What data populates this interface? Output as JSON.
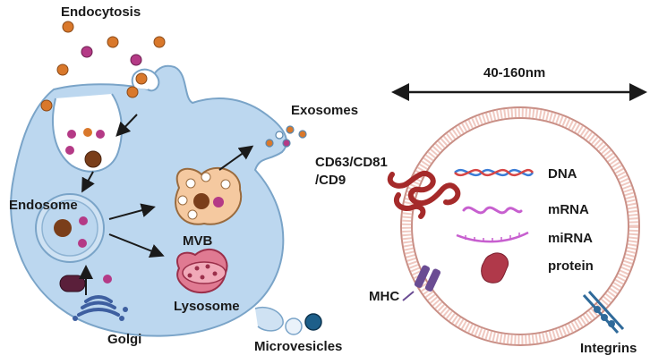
{
  "diagram": {
    "left_panel": {
      "labels": {
        "endocytosis": "Endocytosis",
        "exosomes": "Exosomes",
        "endosome": "Endosome",
        "mvb": "MVB",
        "lysosome": "Lysosome",
        "golgi": "Golgi",
        "microvesicles": "Microvesicles"
      }
    },
    "right_panel": {
      "size_label": "40-160nm",
      "markers": {
        "tetraspanins": [
          "CD63/CD81",
          "/CD9"
        ],
        "mhc": "MHC",
        "integrins": "Integrins"
      },
      "cargo": [
        "DNA",
        "mRNA",
        "miRNA",
        "protein"
      ]
    }
  },
  "colors": {
    "cell_fill": "#bcd7ef",
    "cell_stroke": "#7aa4c8",
    "particle_orange": "#d9782b",
    "particle_magenta": "#b43a86",
    "particle_brown": "#7a3e1a",
    "mvb_fill": "#f5c9a0",
    "lysosome_fill": "#e07a92",
    "golgi": "#3e5fa0",
    "exosome_membrane": "#e9b9b0",
    "exosome_ring": "#c98f86",
    "cd63_red": "#a52a2a",
    "dna_blue": "#3a7bd5",
    "dna_red": "#d64545",
    "rna_purple": "#c75fcf",
    "protein_red": "#b0394a",
    "mhc_purple": "#6a4c93",
    "integrin_blue": "#2f6a9a"
  }
}
